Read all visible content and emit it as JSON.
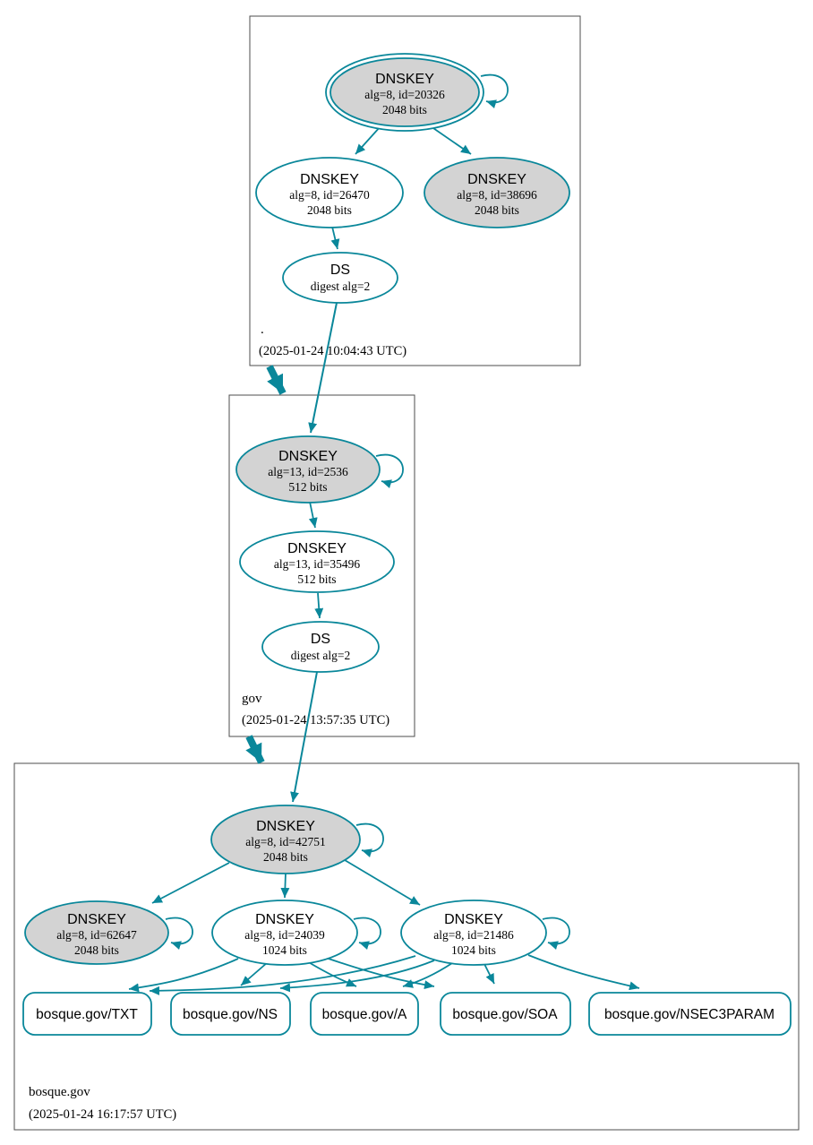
{
  "colors": {
    "secure": "#0a879a",
    "key_fill": "#d3d3d3",
    "box_border": "#4d4d4d",
    "text": "#000000"
  },
  "root_zone": {
    "name": ".",
    "timestamp": "(2025-01-24 10:04:43 UTC)",
    "ksk": {
      "title": "DNSKEY",
      "detail": "alg=8, id=20326",
      "bits": "2048 bits"
    },
    "zsk": {
      "title": "DNSKEY",
      "detail": "alg=8, id=26470",
      "bits": "2048 bits"
    },
    "standby_key": {
      "title": "DNSKEY",
      "detail": "alg=8, id=38696",
      "bits": "2048 bits"
    },
    "ds": {
      "title": "DS",
      "detail": "digest alg=2"
    }
  },
  "gov_zone": {
    "name": "gov",
    "timestamp": "(2025-01-24 13:57:35 UTC)",
    "ksk": {
      "title": "DNSKEY",
      "detail": "alg=13, id=2536",
      "bits": "512 bits"
    },
    "zsk": {
      "title": "DNSKEY",
      "detail": "alg=13, id=35496",
      "bits": "512 bits"
    },
    "ds": {
      "title": "DS",
      "detail": "digest alg=2"
    }
  },
  "bosque_zone": {
    "name": "bosque.gov",
    "timestamp": "(2025-01-24 16:17:57 UTC)",
    "ksk": {
      "title": "DNSKEY",
      "detail": "alg=8, id=42751",
      "bits": "2048 bits"
    },
    "key2": {
      "title": "DNSKEY",
      "detail": "alg=8, id=62647",
      "bits": "2048 bits"
    },
    "zsk1": {
      "title": "DNSKEY",
      "detail": "alg=8, id=24039",
      "bits": "1024 bits"
    },
    "zsk2": {
      "title": "DNSKEY",
      "detail": "alg=8, id=21486",
      "bits": "1024 bits"
    },
    "rrsets": {
      "txt": "bosque.gov/TXT",
      "ns": "bosque.gov/NS",
      "a": "bosque.gov/A",
      "soa": "bosque.gov/SOA",
      "nsec3param": "bosque.gov/NSEC3PARAM"
    }
  }
}
